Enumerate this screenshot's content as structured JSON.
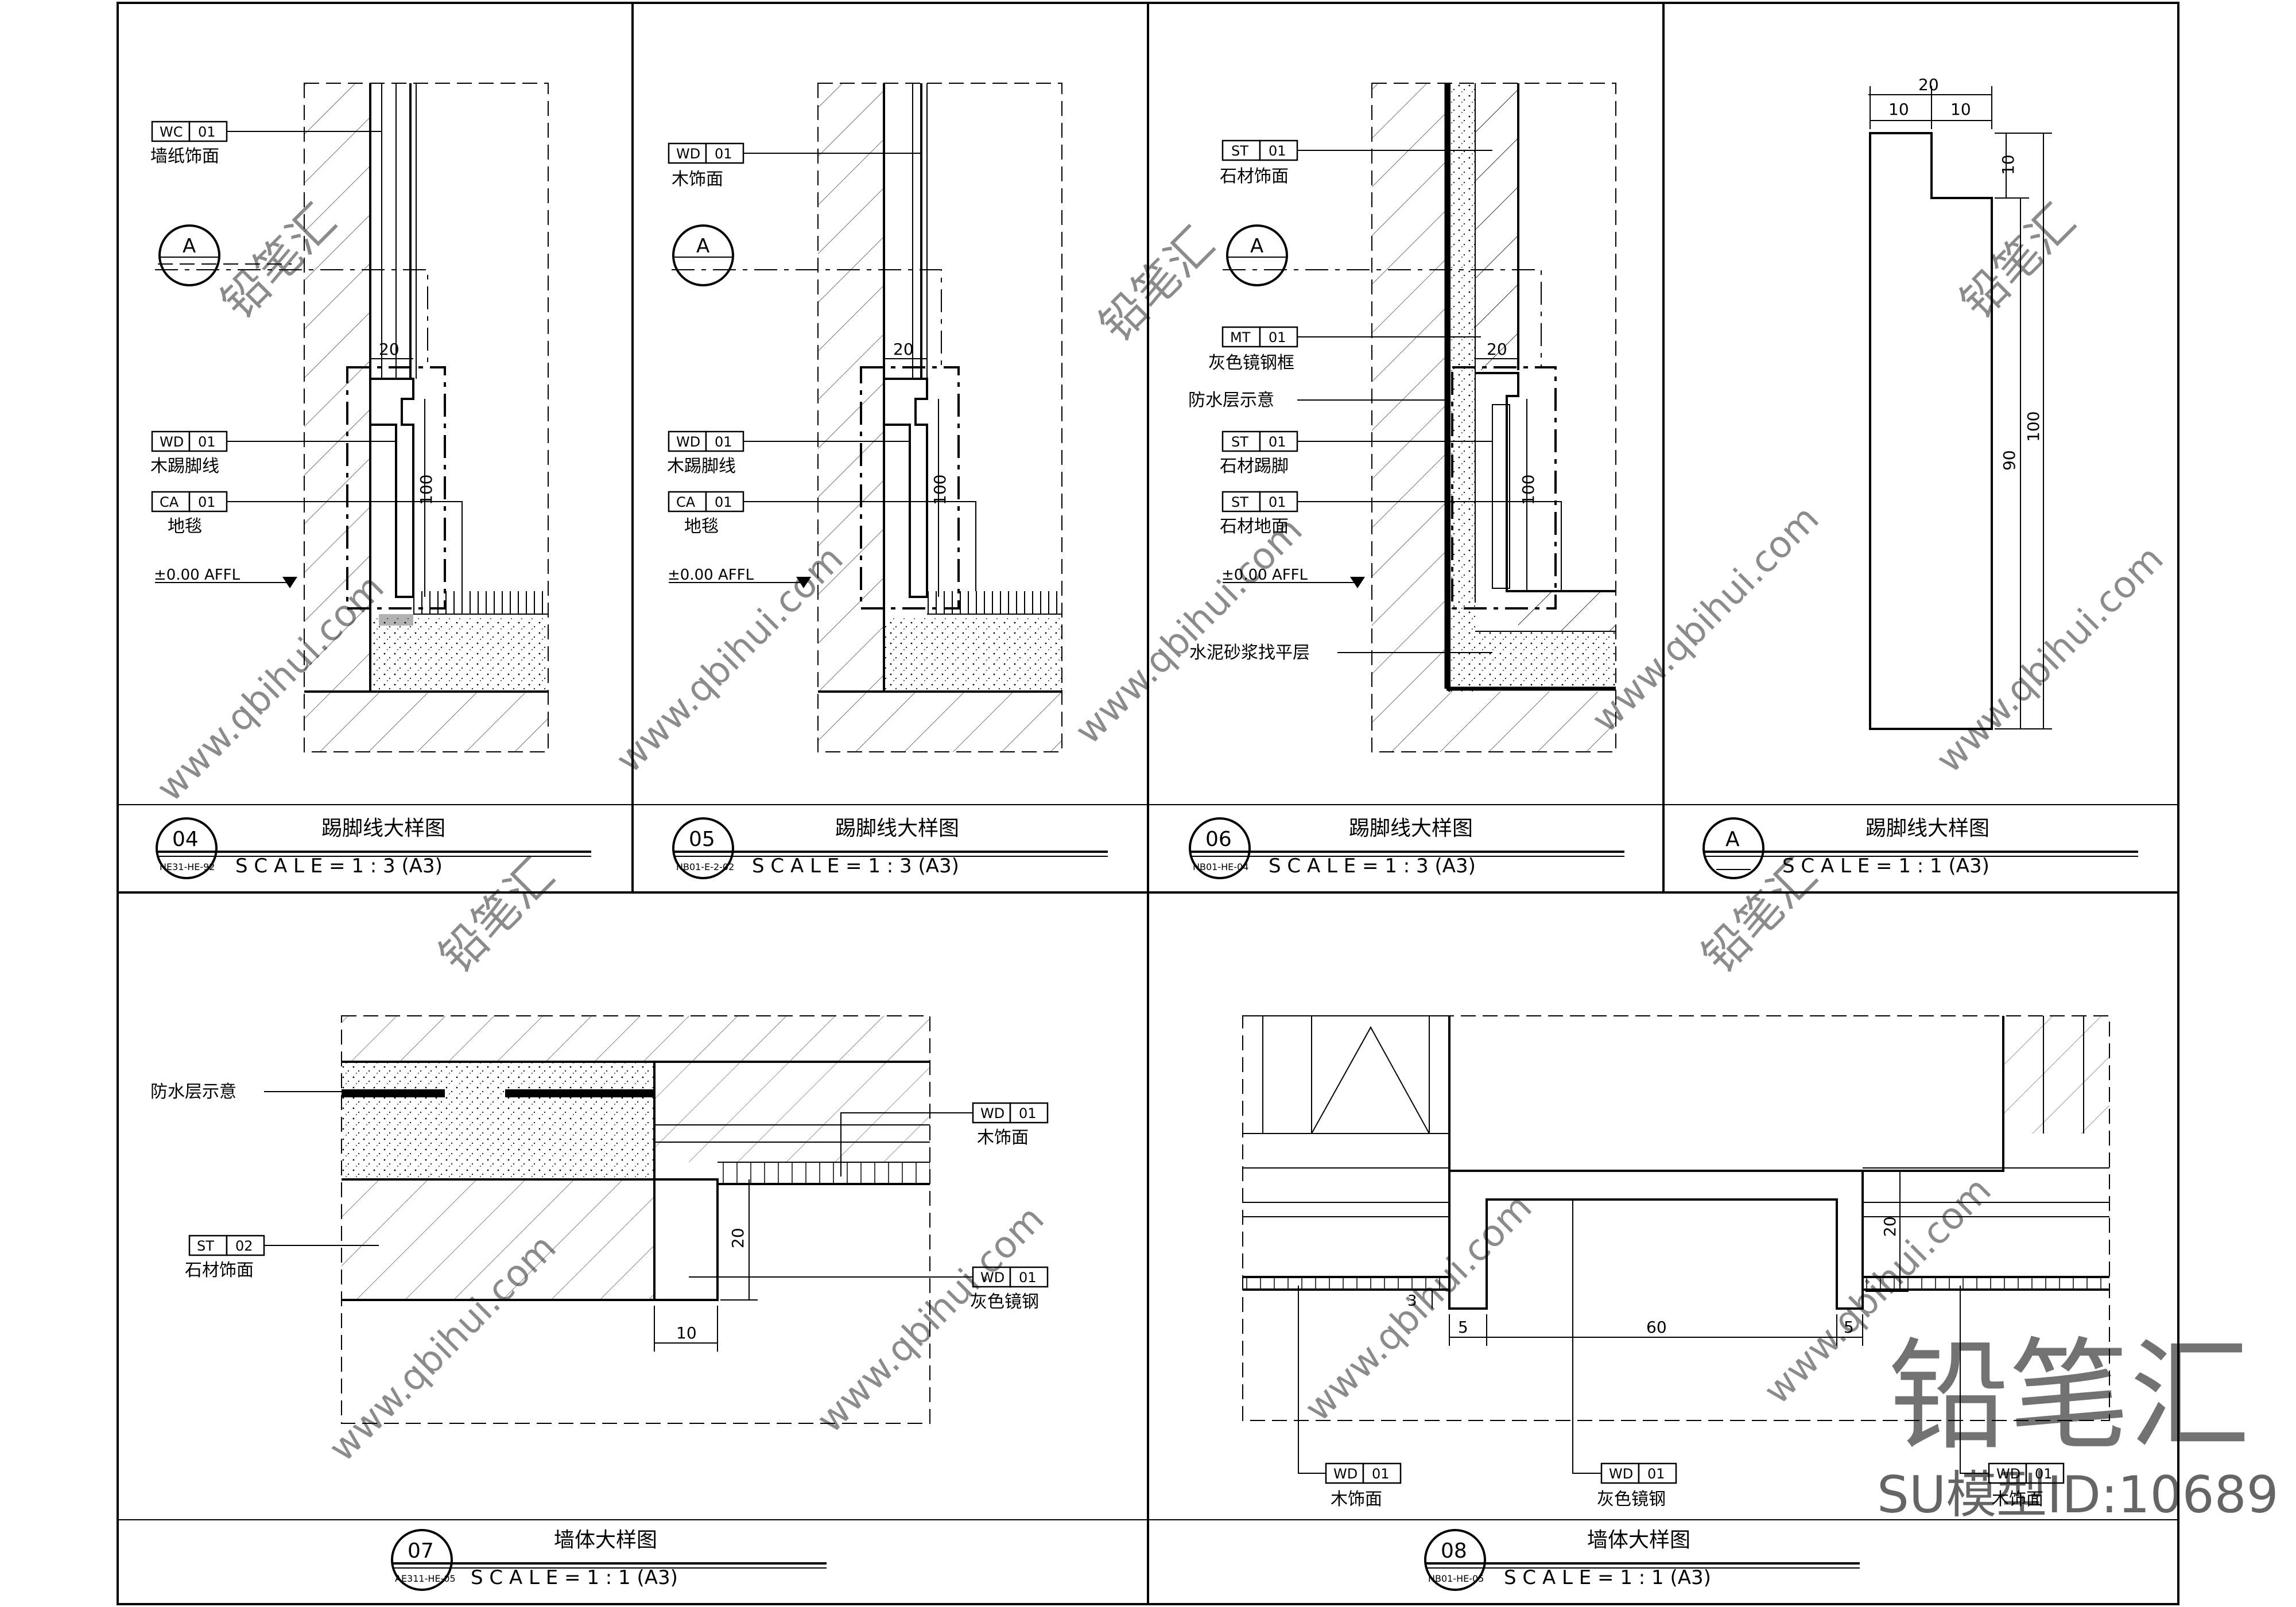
{
  "panels": {
    "p04": {
      "num": "04",
      "ref": "NE31-HE-92",
      "title": "踢脚线大样图",
      "scale": "S C A L E = 1 : 3  (A3)",
      "tags": [
        {
          "code": "WC",
          "no": "01",
          "label": "墙纸饰面"
        },
        {
          "code": "WD",
          "no": "01",
          "label": "木踢脚线"
        },
        {
          "code": "CA",
          "no": "01",
          "label": "地毯"
        }
      ],
      "section_mark": "A",
      "level": "±0.00 AFFL",
      "dims": [
        "20",
        "100"
      ]
    },
    "p05": {
      "num": "05",
      "ref": "NB01-E-2-02",
      "title": "踢脚线大样图",
      "scale": "S C A L E = 1 : 3  (A3)",
      "tags": [
        {
          "code": "WD",
          "no": "01",
          "label": "木饰面"
        },
        {
          "code": "WD",
          "no": "01",
          "label": "木踢脚线"
        },
        {
          "code": "CA",
          "no": "01",
          "label": "地毯"
        }
      ],
      "section_mark": "A",
      "level": "±0.00 AFFL",
      "dims": [
        "20",
        "100"
      ]
    },
    "p06": {
      "num": "06",
      "ref": "NB01-HE-04",
      "title": "踢脚线大样图",
      "scale": "S C A L E = 1 : 3  (A3)",
      "tags": [
        {
          "code": "ST",
          "no": "01",
          "label": "石材饰面"
        },
        {
          "code": "MT",
          "no": "01",
          "label": "灰色镜钢框"
        },
        {
          "code": "ST",
          "no": "01",
          "label": "石材踢脚"
        },
        {
          "code": "ST",
          "no": "01",
          "label": "石材地面"
        }
      ],
      "notes": [
        "防水层示意",
        "水泥砂浆找平层"
      ],
      "section_mark": "A",
      "level": "±0.00 AFFL",
      "dims": [
        "20",
        "100"
      ]
    },
    "pA": {
      "num": "A",
      "title": "踢脚线大样图",
      "scale": "S C A L E = 1 : 1  (A3)",
      "dims": [
        "20",
        "10",
        "10",
        "10",
        "90",
        "100"
      ]
    },
    "p07": {
      "num": "07",
      "ref": "AE311-HE-05",
      "title": "墙体大样图",
      "scale": "S C A L E = 1 : 1  (A3)",
      "note": "防水层示意",
      "tags": [
        {
          "code": "WD",
          "no": "01",
          "label": "木饰面"
        },
        {
          "code": "ST",
          "no": "02",
          "label": "石材饰面"
        },
        {
          "code": "WD",
          "no": "01",
          "label": "灰色镜钢"
        }
      ],
      "dims": [
        "20",
        "10"
      ]
    },
    "p08": {
      "num": "08",
      "ref": "NB01-HE-05",
      "title": "墙体大样图",
      "scale": "S C A L E = 1 : 1  (A3)",
      "tags": [
        {
          "code": "WD",
          "no": "01",
          "label": "木饰面"
        },
        {
          "code": "WD",
          "no": "01",
          "label": "灰色镜钢"
        },
        {
          "code": "WD",
          "no": "01",
          "label": "木饰面"
        }
      ],
      "dims": [
        "20",
        "3",
        "5",
        "60",
        "5"
      ]
    }
  },
  "watermark": {
    "site": "www.qbihui.com",
    "brand": "铅笔汇",
    "id": "SU模型ID:10689"
  }
}
